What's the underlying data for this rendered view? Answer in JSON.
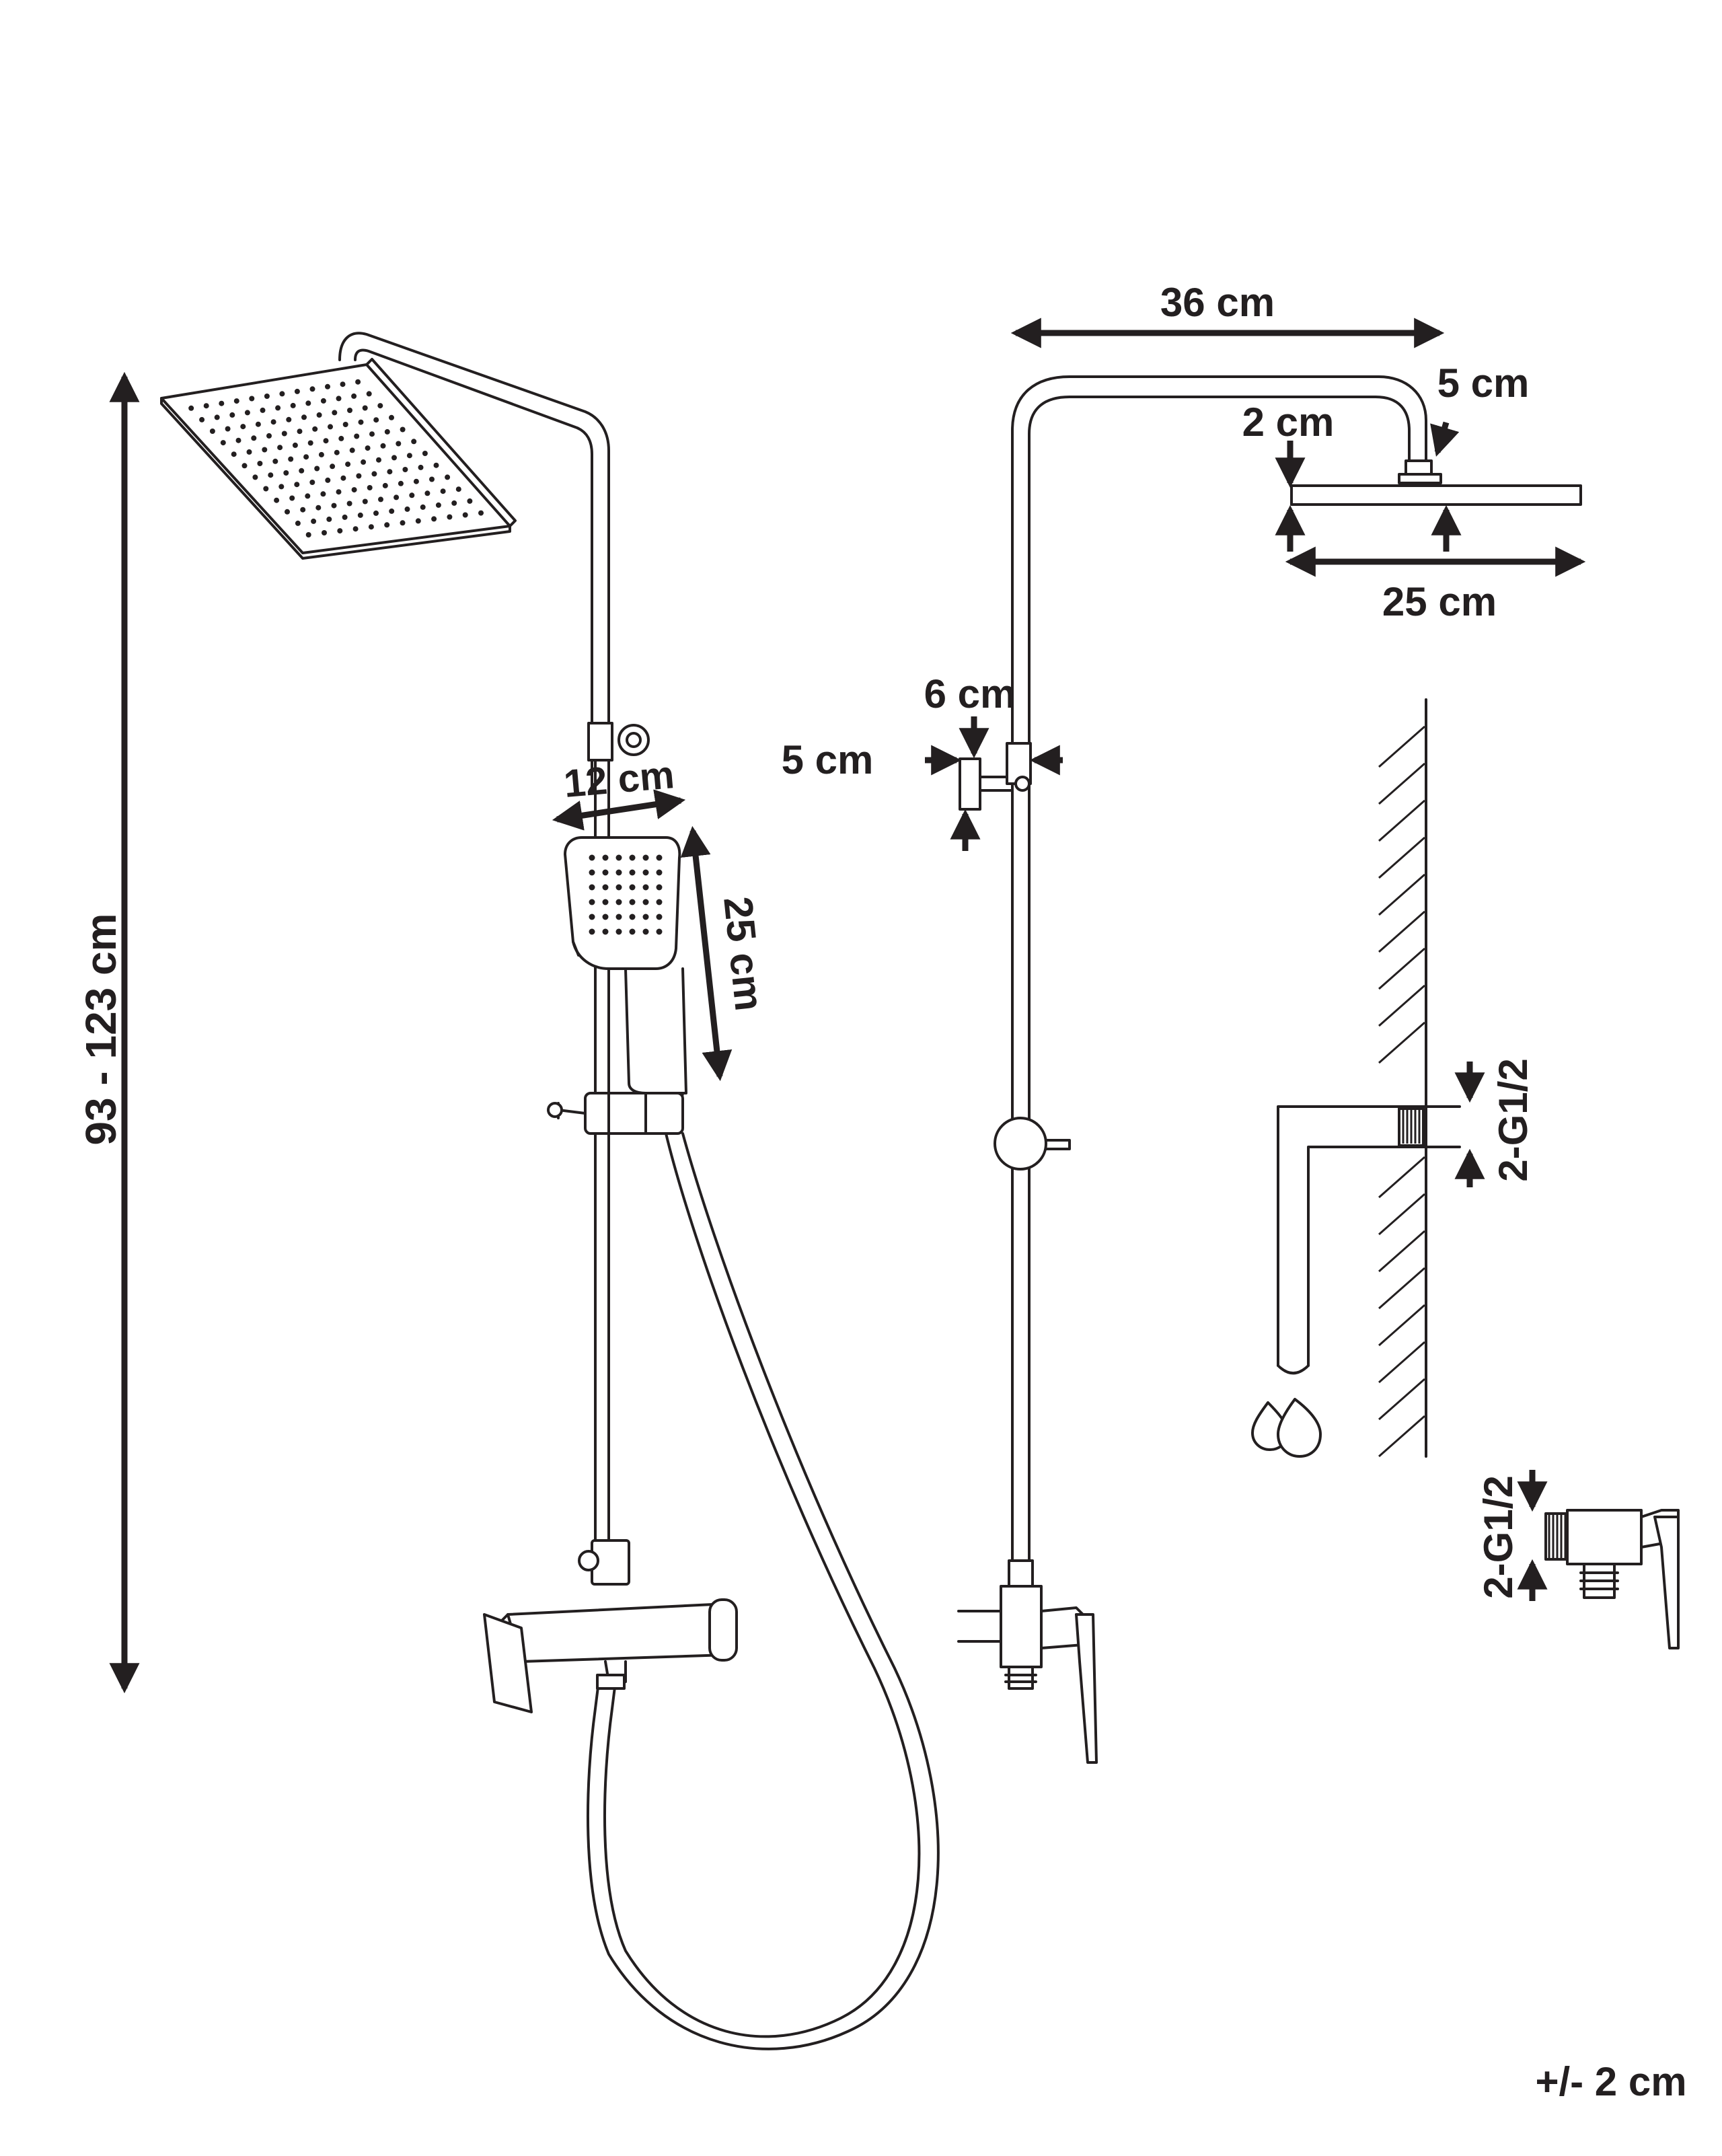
{
  "labels": {
    "total_height": "93 - 123 cm",
    "arm_length": "36 cm",
    "rain_head_thickness": "5 cm",
    "arm_gap": "2 cm",
    "rain_head_width": "25 cm",
    "holder_width": "6 cm",
    "holder_height": "5 cm",
    "hand_head_width": "12 cm",
    "hand_shower_length": "25 cm",
    "thread_upper": "2-G1/2",
    "thread_lower": "2-G1/2",
    "tolerance": "+/- 2 cm"
  },
  "colors": {
    "ink": "#231f20",
    "background": "#ffffff"
  },
  "icons": [
    "water-drops-icon"
  ]
}
